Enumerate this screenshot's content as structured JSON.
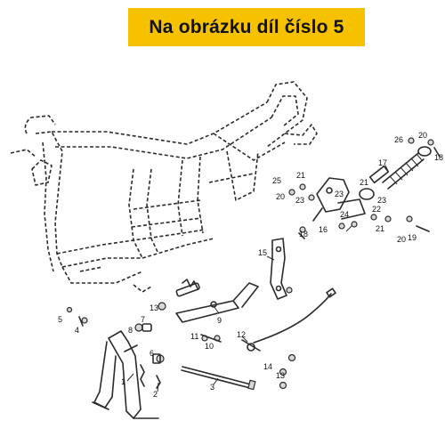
{
  "banner": {
    "text": "Na obrázku díl číslo 5",
    "color": "#f6c200"
  },
  "diagram": {
    "callouts": [
      {
        "id": "c1",
        "label": "1"
      },
      {
        "id": "c2",
        "label": "2"
      },
      {
        "id": "c3",
        "label": "3"
      },
      {
        "id": "c4",
        "label": "4"
      },
      {
        "id": "c5",
        "label": "5"
      },
      {
        "id": "c6",
        "label": "6"
      },
      {
        "id": "c7",
        "label": "7"
      },
      {
        "id": "c8",
        "label": "8"
      },
      {
        "id": "c9",
        "label": "9"
      },
      {
        "id": "c10",
        "label": "10"
      },
      {
        "id": "c11",
        "label": "11"
      },
      {
        "id": "c12",
        "label": "12"
      },
      {
        "id": "c13a",
        "label": "13"
      },
      {
        "id": "c13b",
        "label": "13"
      },
      {
        "id": "c14",
        "label": "14"
      },
      {
        "id": "c15",
        "label": "15"
      },
      {
        "id": "c16",
        "label": "16"
      },
      {
        "id": "c17",
        "label": "17"
      },
      {
        "id": "c18a",
        "label": "18"
      },
      {
        "id": "c18b",
        "label": "18"
      },
      {
        "id": "c19",
        "label": "19"
      },
      {
        "id": "c20a",
        "label": "20"
      },
      {
        "id": "c20b",
        "label": "20"
      },
      {
        "id": "c20c",
        "label": "20"
      },
      {
        "id": "c21a",
        "label": "21"
      },
      {
        "id": "c21b",
        "label": "21"
      },
      {
        "id": "c21c",
        "label": "21"
      },
      {
        "id": "c22",
        "label": "22"
      },
      {
        "id": "c23a",
        "label": "23"
      },
      {
        "id": "c23b",
        "label": "23"
      },
      {
        "id": "c23c",
        "label": "23"
      },
      {
        "id": "c24",
        "label": "24"
      },
      {
        "id": "c25",
        "label": "25"
      },
      {
        "id": "c26",
        "label": "26"
      }
    ]
  }
}
